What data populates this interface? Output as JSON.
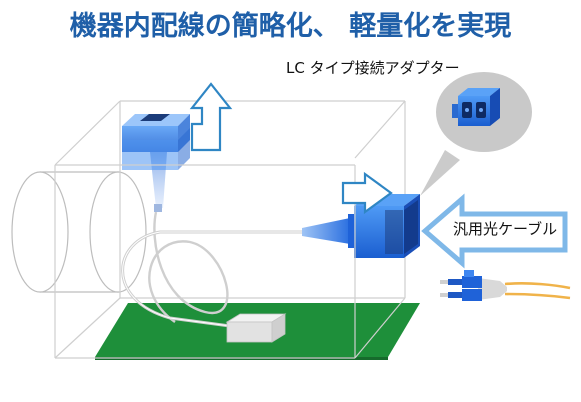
{
  "title": "機器内配線の簡略化、 軽量化を実現",
  "callout_label": "LC タイプ接続アダプター",
  "arrow_label": "汎用光ケーブル",
  "colors": {
    "title": "#1f5fa8",
    "blue": "#1f6fe0",
    "pcb": "#1e8f3a",
    "box_line": "#c8c8c8",
    "arrow_outline": "#2f86c4",
    "callout_gray": "#c9c9c9",
    "cable_yellow": "#f0b34a"
  },
  "icons": {
    "arrow_up": "hollow-up-arrow-icon",
    "arrow_right": "hollow-right-arrow-icon",
    "arrow_left": "hollow-left-arrow-icon"
  }
}
